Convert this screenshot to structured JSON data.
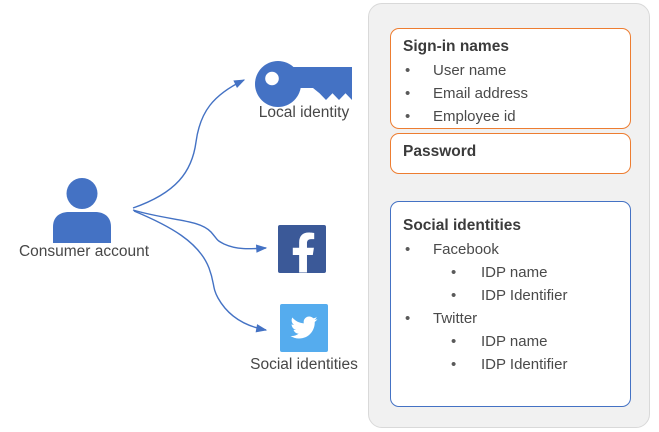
{
  "colors": {
    "accent_blue": "#4472C4",
    "facebook_blue": "#3B5998",
    "twitter_blue": "#55ACEE",
    "orange_border": "#ED7D31",
    "panel_fill": "#F1F1F1",
    "panel_border": "#D9D9D9",
    "text_dark": "#3B3B3B",
    "text_body": "#4A4A4A"
  },
  "diagram": {
    "consumer_label": "Consumer account",
    "local_identity_label": "Local identity",
    "social_identities_label": "Social identities",
    "icons": {
      "person": "person-icon",
      "key": "key-icon",
      "facebook": "facebook-icon",
      "twitter": "twitter-icon"
    }
  },
  "panel": {
    "signin_box": {
      "title": "Sign-in names",
      "items": [
        "User name",
        "Email address",
        "Employee id"
      ]
    },
    "password_box": {
      "title": "Password"
    },
    "social_box": {
      "title": "Social identities",
      "items": [
        {
          "label": "Facebook",
          "children": [
            "IDP name",
            "IDP Identifier"
          ]
        },
        {
          "label": "Twitter",
          "children": [
            "IDP name",
            "IDP Identifier"
          ]
        }
      ]
    }
  }
}
